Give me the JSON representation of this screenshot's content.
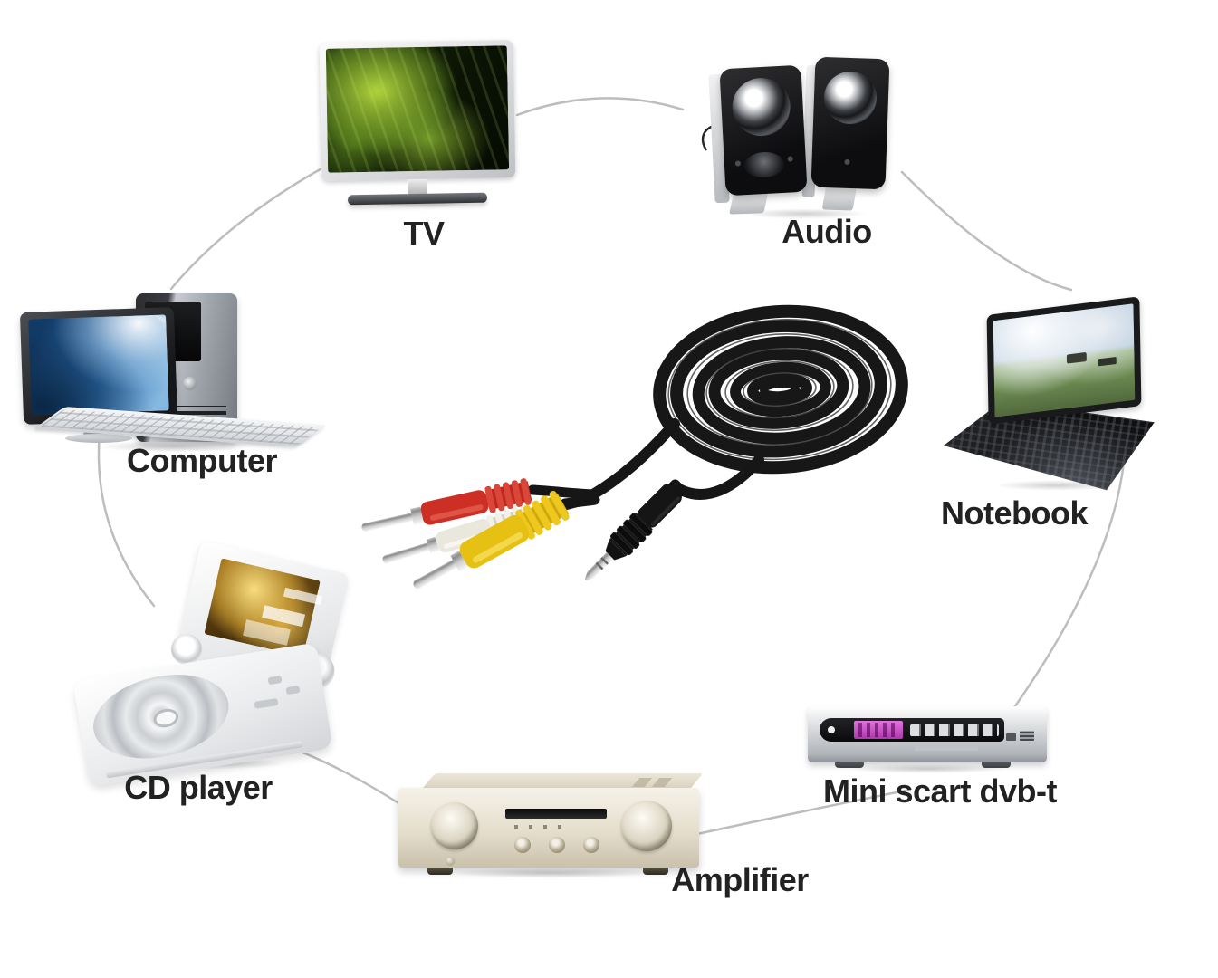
{
  "diagram": {
    "labels": {
      "tv": "TV",
      "audio": "Audio",
      "computer": "Computer",
      "notebook": "Notebook",
      "cd_player": "CD player",
      "mini_scart": "Mini scart dvb-t",
      "amplifier": "Amplifier"
    },
    "cable": {
      "connectors": [
        "rca-red",
        "rca-white",
        "rca-yellow",
        "jack-3.5mm"
      ]
    },
    "colors": {
      "label_text": "#222222",
      "circle_line": "#bdbdbd",
      "cable_black": "#161616",
      "rca_red": "#cd2f24",
      "rca_white": "#eae8dd",
      "rca_yellow": "#e6c013",
      "metal": "#cfcfcf",
      "display_magenta": "#c94fc4"
    }
  }
}
